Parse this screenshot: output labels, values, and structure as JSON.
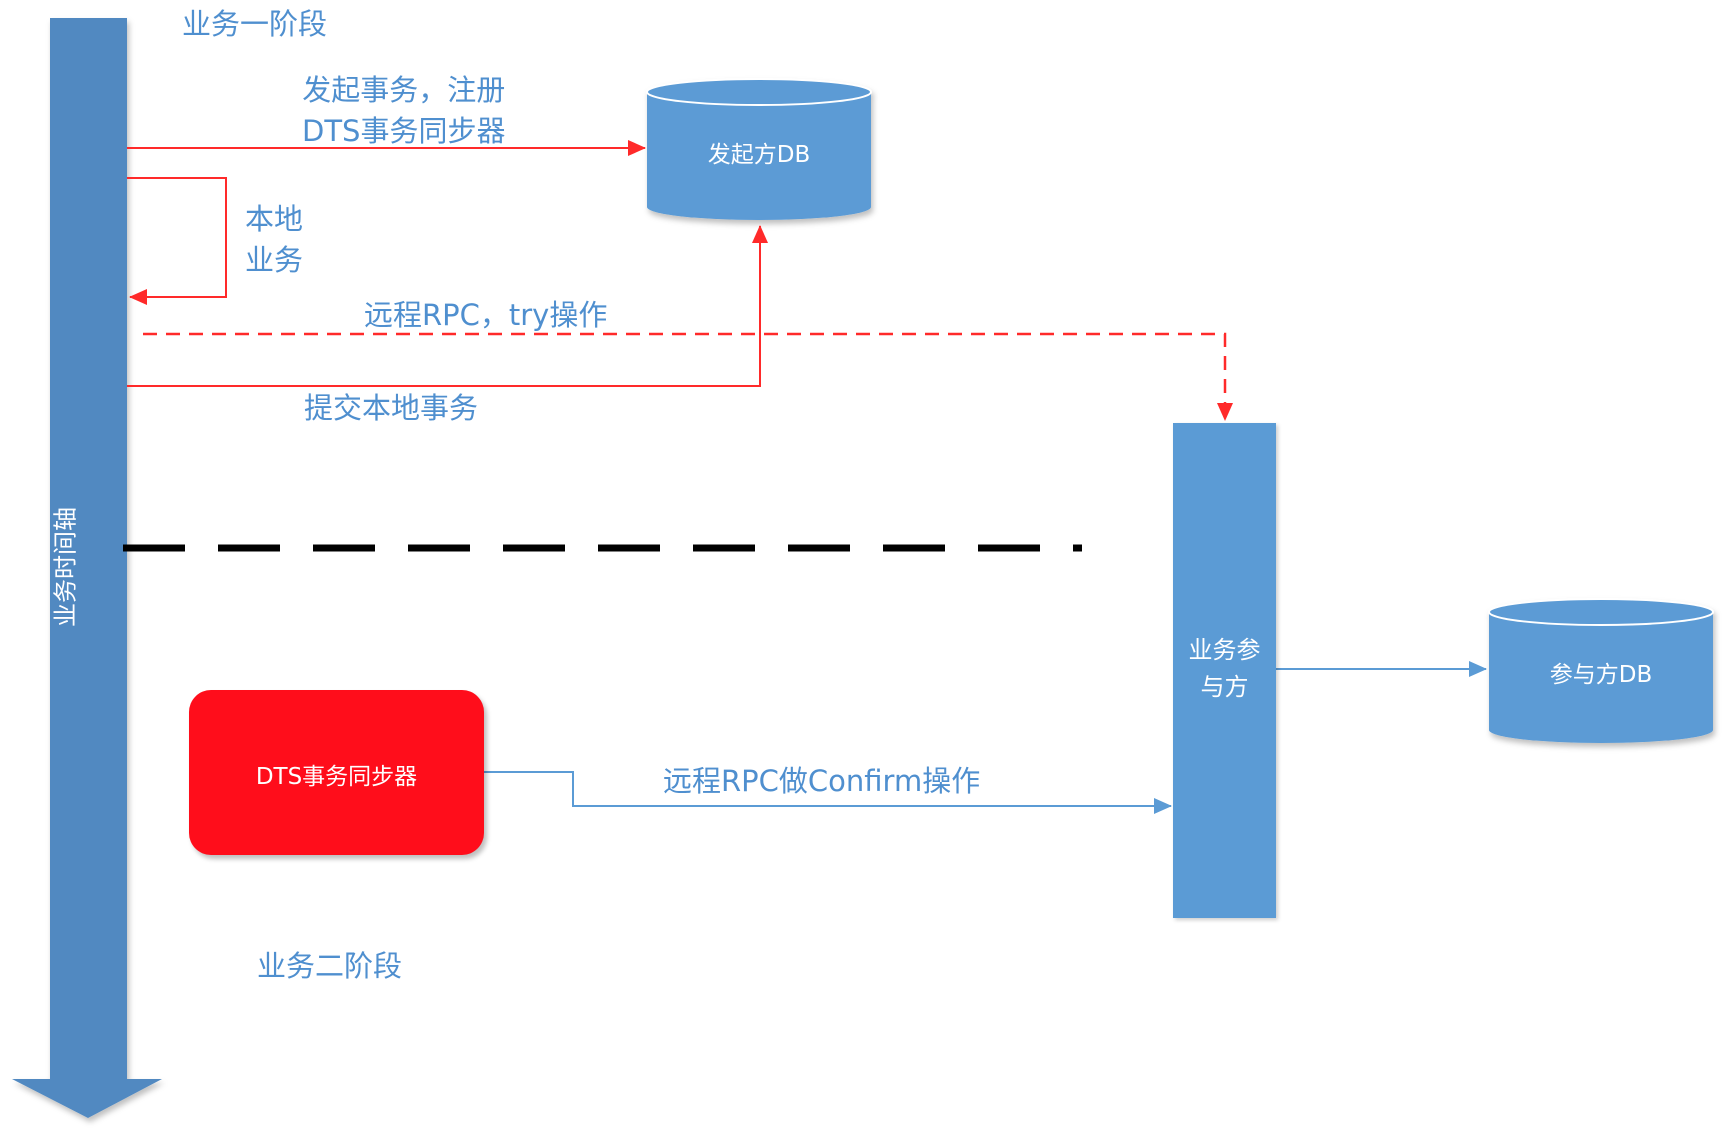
{
  "phase_labels": {
    "phase_one": "业务一阶段",
    "phase_two": "业务二阶段"
  },
  "timeline": {
    "label": "业务时间轴"
  },
  "nodes": {
    "initiator_db": "发起方DB",
    "participant_db": "参与方DB",
    "participant_line1": "业务参",
    "participant_line2": "与方",
    "dts_syncer": "DTS事务同步器"
  },
  "edges": {
    "start_tx_line1": "发起事务，注册",
    "start_tx_line2": "DTS事务同步器",
    "local_biz_line1": "本地",
    "local_biz_line2": "业务",
    "remote_try": "远程RPC，try操作",
    "commit_local": "提交本地事务",
    "remote_confirm": "远程RPC做Confirm操作"
  },
  "colors": {
    "primary_blue": "#5b9bd5",
    "timeline_blue": "#5189c1",
    "arrow_red": "#ff2a2a",
    "dts_red": "#ff0d1b",
    "text_blue": "#4f8fcf"
  }
}
